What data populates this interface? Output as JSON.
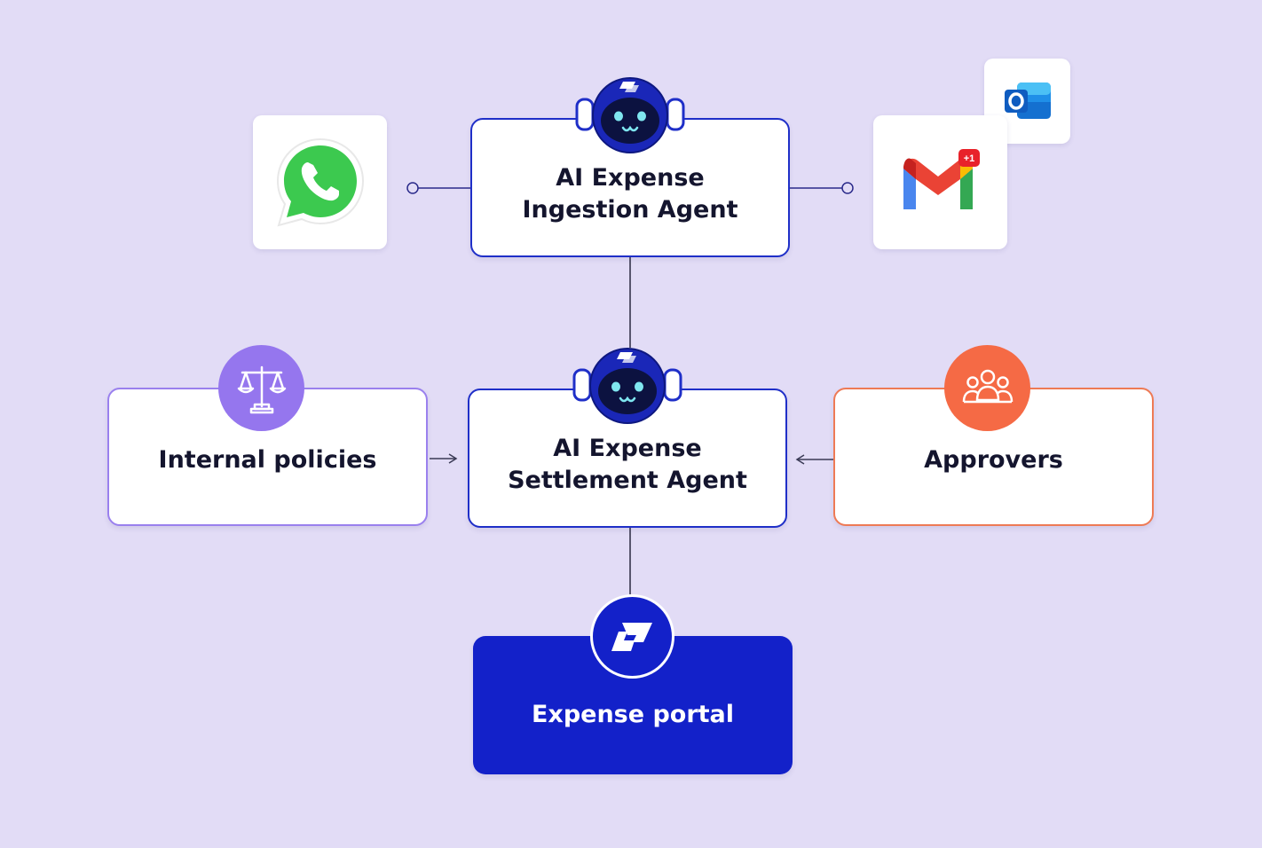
{
  "diagram": {
    "title": "",
    "nodes": {
      "ingestion_agent": {
        "line1": "AI Expense",
        "line2": "Ingestion Agent",
        "icon": "robot-icon"
      },
      "settlement_agent": {
        "line1": "AI Expense",
        "line2": "Settlement Agent",
        "icon": "robot-icon"
      },
      "internal_policies": {
        "label": "Internal policies",
        "icon": "scales-icon"
      },
      "approvers": {
        "label": "Approvers",
        "icon": "people-group-icon"
      },
      "expense_portal": {
        "label": "Expense portal",
        "icon": "portal-logo-icon"
      }
    },
    "inputs": [
      {
        "name": "whatsapp",
        "icon": "whatsapp-icon"
      },
      {
        "name": "gmail",
        "icon": "gmail-icon",
        "badge": "+1"
      },
      {
        "name": "outlook",
        "icon": "outlook-icon"
      }
    ],
    "edges": [
      {
        "from": "whatsapp",
        "to": "ingestion_agent",
        "style": "dot-connector"
      },
      {
        "from": "gmail",
        "to": "ingestion_agent",
        "style": "dot-connector"
      },
      {
        "from": "ingestion_agent",
        "to": "settlement_agent",
        "style": "line"
      },
      {
        "from": "internal_policies",
        "to": "settlement_agent",
        "style": "arrow"
      },
      {
        "from": "approvers",
        "to": "settlement_agent",
        "style": "arrow"
      },
      {
        "from": "settlement_agent",
        "to": "expense_portal",
        "style": "line"
      }
    ],
    "colors": {
      "background": "#e2dcf6",
      "agent_border": "#1f2fc8",
      "policies_accent": "#9576ee",
      "approvers_accent": "#f56a45",
      "portal_fill": "#1321c9",
      "connector": "#2a2a60"
    }
  }
}
